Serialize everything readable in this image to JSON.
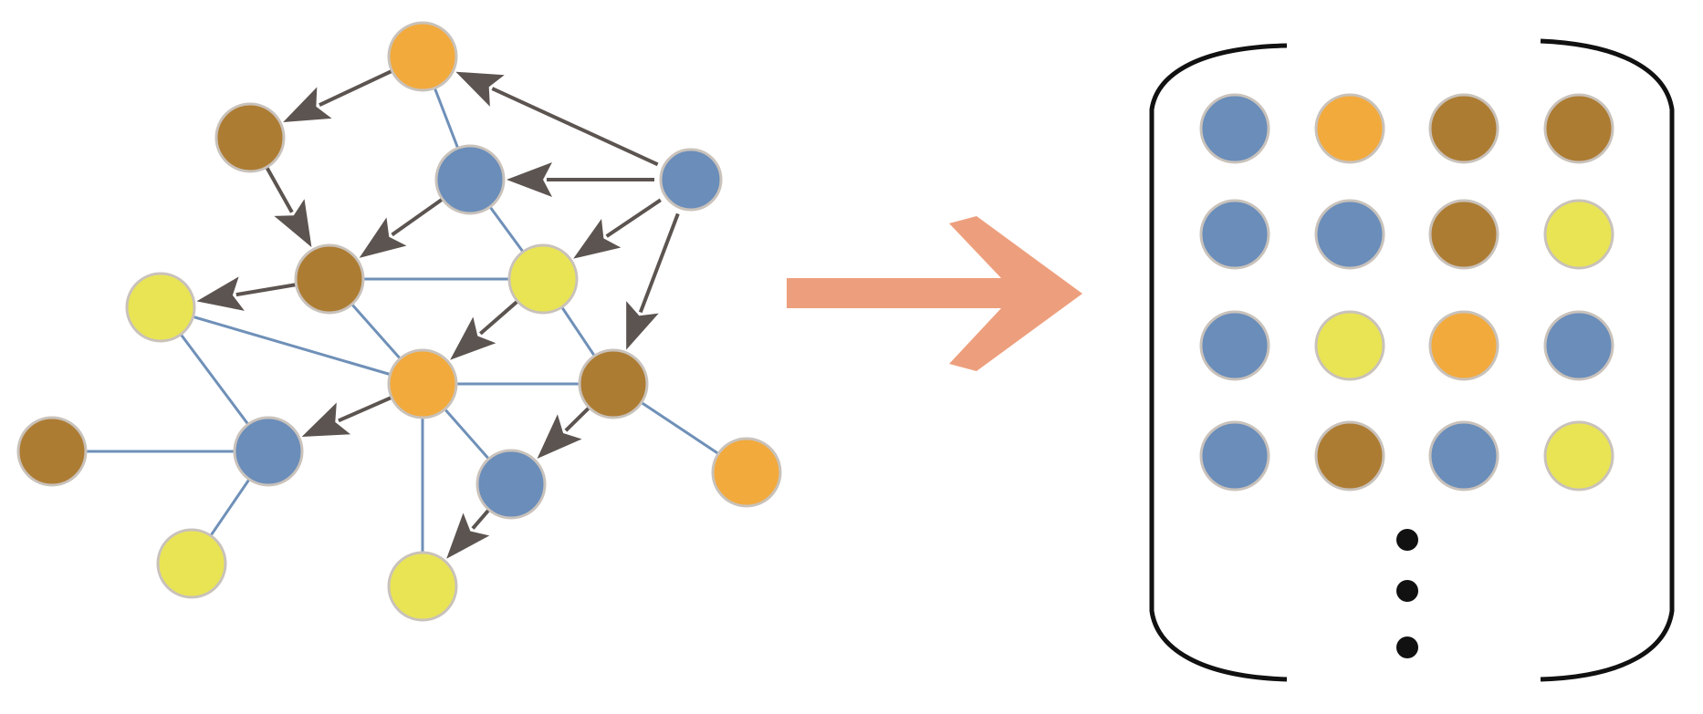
{
  "colors": {
    "blue": "#6a8dba",
    "orange": "#f2aa3d",
    "brown": "#ad7c33",
    "yellow": "#e9e454",
    "undirected_edge": "#6f90b8",
    "directed_edge": "#5c5450",
    "transform_arrow": "#ed9f7d",
    "bracket": "#111111"
  },
  "graph": {
    "source_node": "n4",
    "nodes": [
      {
        "id": "n1",
        "color": "orange"
      },
      {
        "id": "n2",
        "color": "brown"
      },
      {
        "id": "n3",
        "color": "blue"
      },
      {
        "id": "n4",
        "color": "blue"
      },
      {
        "id": "n5",
        "color": "yellow"
      },
      {
        "id": "n6",
        "color": "brown"
      },
      {
        "id": "n7",
        "color": "yellow"
      },
      {
        "id": "n8",
        "color": "orange"
      },
      {
        "id": "n9",
        "color": "brown"
      },
      {
        "id": "n10",
        "color": "brown"
      },
      {
        "id": "n11",
        "color": "blue"
      },
      {
        "id": "n12",
        "color": "blue"
      },
      {
        "id": "n13",
        "color": "orange"
      },
      {
        "id": "n14",
        "color": "yellow"
      },
      {
        "id": "n15",
        "color": "yellow"
      }
    ],
    "undirected_edges": [
      [
        "n1",
        "n3"
      ],
      [
        "n3",
        "n7"
      ],
      [
        "n6",
        "n7"
      ],
      [
        "n6",
        "n8"
      ],
      [
        "n5",
        "n8"
      ],
      [
        "n5",
        "n11"
      ],
      [
        "n7",
        "n9"
      ],
      [
        "n8",
        "n9"
      ],
      [
        "n8",
        "n12"
      ],
      [
        "n8",
        "n15"
      ],
      [
        "n10",
        "n11"
      ],
      [
        "n11",
        "n14"
      ],
      [
        "n9",
        "n13"
      ]
    ],
    "directed_edges": [
      [
        "n4",
        "n1"
      ],
      [
        "n1",
        "n2"
      ],
      [
        "n4",
        "n3"
      ],
      [
        "n2",
        "n6"
      ],
      [
        "n3",
        "n6"
      ],
      [
        "n4",
        "n7"
      ],
      [
        "n4",
        "n9"
      ],
      [
        "n6",
        "n5"
      ],
      [
        "n7",
        "n8"
      ],
      [
        "n8",
        "n11"
      ],
      [
        "n9",
        "n12"
      ],
      [
        "n12",
        "n15"
      ]
    ]
  },
  "matrix": {
    "rows": [
      [
        "blue",
        "orange",
        "brown",
        "brown"
      ],
      [
        "blue",
        "blue",
        "brown",
        "yellow"
      ],
      [
        "blue",
        "yellow",
        "orange",
        "blue"
      ],
      [
        "blue",
        "brown",
        "blue",
        "yellow"
      ]
    ],
    "continues": true
  }
}
